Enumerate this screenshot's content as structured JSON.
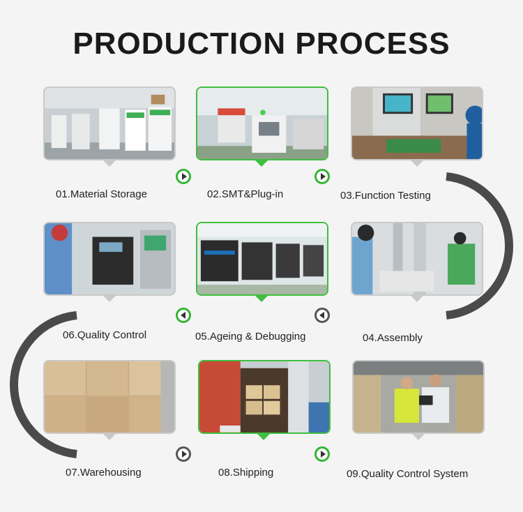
{
  "title": "PRODUCTION PROCESS",
  "steps": [
    {
      "label": "01.Material Storage"
    },
    {
      "label": "02.SMT&Plug-in"
    },
    {
      "label": "03.Function Testing"
    },
    {
      "label": "04.Assembly"
    },
    {
      "label": "05.Ageing & Debugging"
    },
    {
      "label": "06.Quality Control"
    },
    {
      "label": "07.Warehousing"
    },
    {
      "label": "08.Shipping"
    },
    {
      "label": "09.Quality Control System"
    }
  ],
  "colors": {
    "accent": "#35b535",
    "track": "#4a4a4a",
    "title": "#1a1a1a"
  },
  "icons": {
    "node": "play-arrow-icon"
  }
}
